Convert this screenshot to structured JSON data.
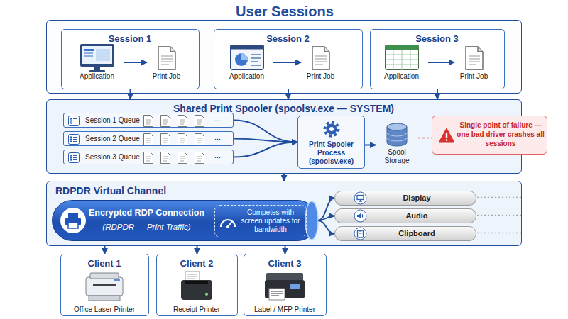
{
  "diagram": {
    "nodes": [
      {
        "text": [
          "User Sessions"
        ]
      },
      {
        "text": [
          "Session 1"
        ],
        "in": 0
      },
      {
        "text": [
          "Application"
        ],
        "in": 1
      },
      {
        "text": [
          "Print Job"
        ],
        "in": 1
      },
      {
        "text": [
          "Session 2"
        ],
        "in": 0
      },
      {
        "text": [
          "Application"
        ],
        "in": 4
      },
      {
        "text": [
          "Print Job"
        ],
        "in": 4
      },
      {
        "text": [
          "Session 3"
        ],
        "in": 0
      },
      {
        "text": [
          "Application"
        ],
        "in": 7
      },
      {
        "text": [
          "Print Job"
        ],
        "in": 7
      },
      {
        "text": [
          "Shared Print Spooler (spoolsv.exe — SYSTEM)"
        ]
      },
      {
        "text": [
          "Session 1 Queue",
          "..."
        ],
        "in": 10
      },
      {
        "text": [
          "Session 2 Queue",
          "..."
        ],
        "in": 10
      },
      {
        "text": [
          "Session 3 Queue",
          "..."
        ],
        "in": 10
      },
      {
        "text": [
          "Print Spooler Process (spoolsv.exe)"
        ],
        "in": 10
      },
      {
        "text": [
          "Spool Storage"
        ],
        "in": 10
      },
      {
        "text": [
          "Single point of failure — one bad driver crashes all sessions"
        ]
      },
      {
        "text": [
          "RDPDR Virtual Channel"
        ]
      },
      {
        "text": [
          "Encrypted RDP Connection",
          "(RDPDR — Print Traffic)"
        ],
        "in": 17
      },
      {
        "text": [
          "Competes with screen updates for bandwidth"
        ],
        "in": 18
      },
      {
        "text": [
          "Display"
        ],
        "in": 17
      },
      {
        "text": [
          "Audio"
        ],
        "in": 17
      },
      {
        "text": [
          "Clipboard"
        ],
        "in": 17
      },
      {
        "text": [
          "Client 1",
          "Office Laser Printer"
        ]
      },
      {
        "text": [
          "Client 2",
          "Receipt Printer"
        ]
      },
      {
        "text": [
          "Client 3",
          "Label / MFP Printer"
        ]
      }
    ],
    "edges": [
      {
        "from": 2,
        "to": 3,
        "arrow": "to"
      },
      {
        "from": 5,
        "to": 6,
        "arrow": "to"
      },
      {
        "from": 8,
        "to": 9,
        "arrow": "to"
      },
      {
        "from": 1,
        "to": 10,
        "arrow": "to"
      },
      {
        "from": 4,
        "to": 10,
        "arrow": "to"
      },
      {
        "from": 7,
        "to": 10,
        "arrow": "to"
      },
      {
        "from": 11,
        "to": 14,
        "arrow": "to"
      },
      {
        "from": 12,
        "to": 14,
        "arrow": "to"
      },
      {
        "from": 13,
        "to": 14,
        "arrow": "to"
      },
      {
        "from": 14,
        "to": 15,
        "arrow": "to"
      },
      {
        "from": 15,
        "to": 16,
        "arrow": "none"
      },
      {
        "from": 10,
        "to": 17,
        "arrow": "to"
      },
      {
        "from": 18,
        "to": 20,
        "arrow": "to"
      },
      {
        "from": 18,
        "to": 21,
        "arrow": "to"
      },
      {
        "from": 18,
        "to": 22,
        "arrow": "to"
      },
      {
        "from": 17,
        "to": 23,
        "arrow": "to"
      },
      {
        "from": 17,
        "to": 24,
        "arrow": "to"
      },
      {
        "from": 17,
        "to": 25,
        "arrow": "to"
      }
    ]
  }
}
